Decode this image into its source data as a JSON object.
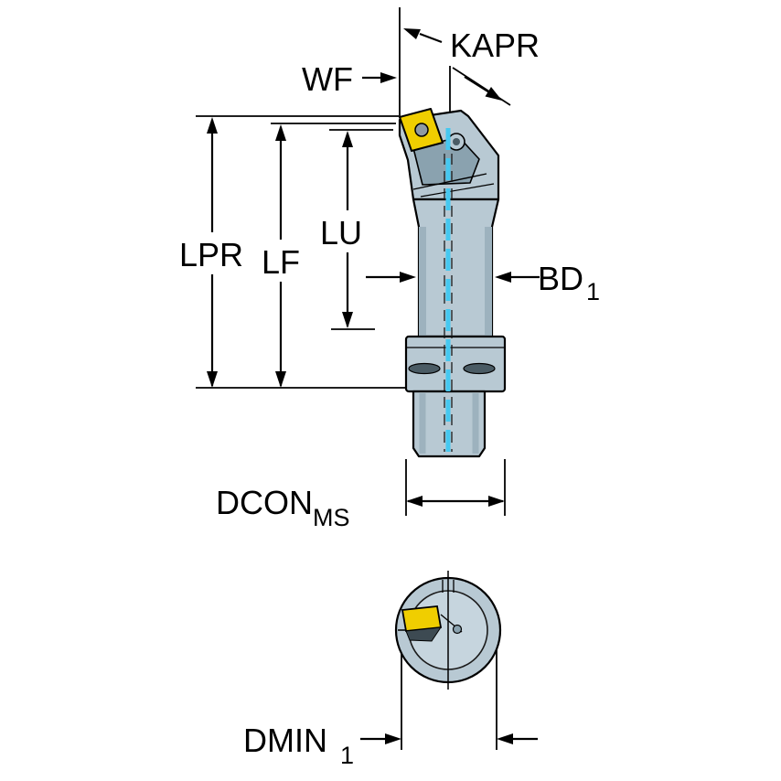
{
  "figure": {
    "type": "technical-dimension-drawing",
    "description": "Turning tool holder with insert: side view with dimension callouts and end (coupling) view below",
    "views": [
      "side-view",
      "end-view"
    ]
  },
  "labels": {
    "kapr": "KAPR",
    "wf": "WF",
    "lpr": "LPR",
    "lf": "LF",
    "lu": "LU",
    "bd": "BD",
    "bd_sub": "1",
    "dcon": "DCON",
    "dcon_sub": "MS",
    "dmin": "DMIN",
    "dmin_sub": "1"
  },
  "colors": {
    "outline": "#000000",
    "body_fill": "#b8c9d3",
    "body_shade": "#9db2be",
    "clamp_fill": "#8aa2af",
    "detail_dark": "#4a5b64",
    "insert_yellow": "#f0ce00",
    "centerline_cyan": "#45c8f0",
    "background": "#ffffff"
  }
}
